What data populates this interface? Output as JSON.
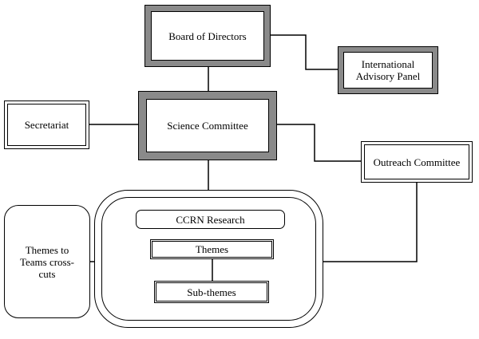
{
  "nodes": {
    "board": "Board of Directors",
    "advisory": "International Advisory Panel",
    "secretariat": "Secretariat",
    "science": "Science Committee",
    "outreach": "Outreach Committee",
    "themes_teams": "Themes to Teams cross-cuts",
    "research": "CCRN Research",
    "themes": "Themes",
    "subthemes": "Sub-themes"
  }
}
